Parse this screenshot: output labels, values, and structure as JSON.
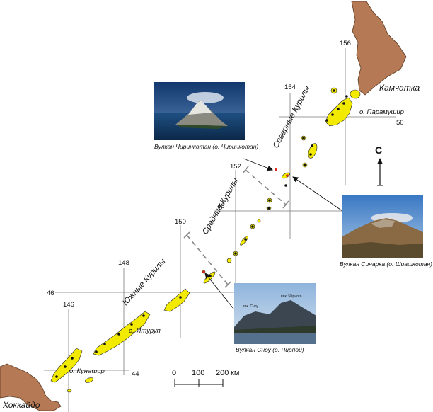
{
  "regions": {
    "kamchatka": "Камчатка",
    "hokkaido": "Хоккайдо"
  },
  "ridges": {
    "north": "Северные Курилы",
    "middle": "Средние Курилы",
    "south": "Южные Курилы"
  },
  "islands": {
    "paramushir": "о. Парамушир",
    "iturup": "о. Итуруп",
    "kunashir": "о. Кунашир"
  },
  "graticule": {
    "lon_labels": [
      "146",
      "148",
      "150",
      "152",
      "154",
      "156"
    ],
    "lat_labels": [
      "44",
      "46",
      "48",
      "50"
    ]
  },
  "north_arrow": "С",
  "scale_bar": {
    "ticks": [
      "0",
      "100",
      "200"
    ],
    "unit": "км"
  },
  "photos": [
    {
      "caption_volcano": "Вулкан Чиринкотан",
      "caption_island": "(о. Чиринкотан)"
    },
    {
      "caption_volcano": "Вулкан Синарка",
      "caption_island": "(о. Шиашкотан)"
    },
    {
      "caption_volcano": "Вулкан Сноу",
      "caption_island": "(о. Чирпой)",
      "inset_labels": [
        "влк. Сноу",
        "влк. Чёрного"
      ]
    }
  ],
  "colors": {
    "land": "#b57a55",
    "land_outline": "#5a3a22",
    "island": "#f2ea00",
    "volcano_dot": "#111111",
    "volcano_red": "#d8261c",
    "graticule": "#7a7a7a"
  }
}
